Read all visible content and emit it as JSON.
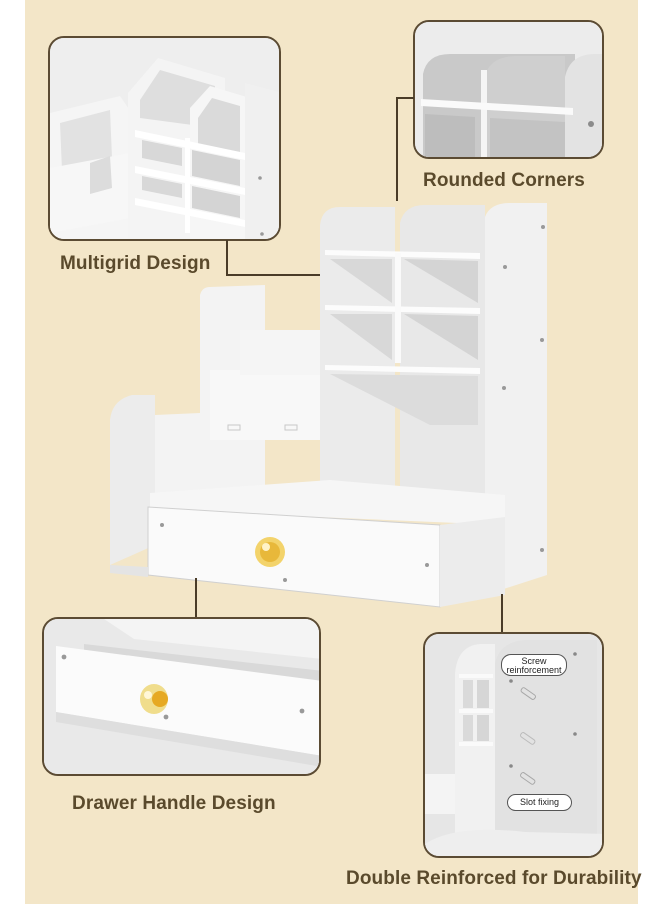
{
  "colors": {
    "background_panel": "#f3e6c8",
    "margin": "#ffffff",
    "label_text": "#5a4a2c",
    "callout_line": "#4a3c28",
    "product_white": "#f2f2f2",
    "product_shadow": "#d6d6d6",
    "knob_gold": "#e8b83a"
  },
  "callouts": [
    {
      "id": "multigrid",
      "label": "Multigrid Design"
    },
    {
      "id": "rounded-corners",
      "label": "Rounded Corners"
    },
    {
      "id": "drawer-handle",
      "label": "Drawer Handle Design"
    },
    {
      "id": "double-reinforced",
      "label": "Double Reinforced for Durability"
    }
  ],
  "annotations": {
    "screw": "Screw reinforcement",
    "screw_line1": "Screw",
    "screw_line2": "reinforcement",
    "slot": "Slot fixing"
  },
  "product": {
    "name": "White desktop organizer with multigrid compartments and drawer",
    "knob_icon": "crystal-knob-icon"
  }
}
